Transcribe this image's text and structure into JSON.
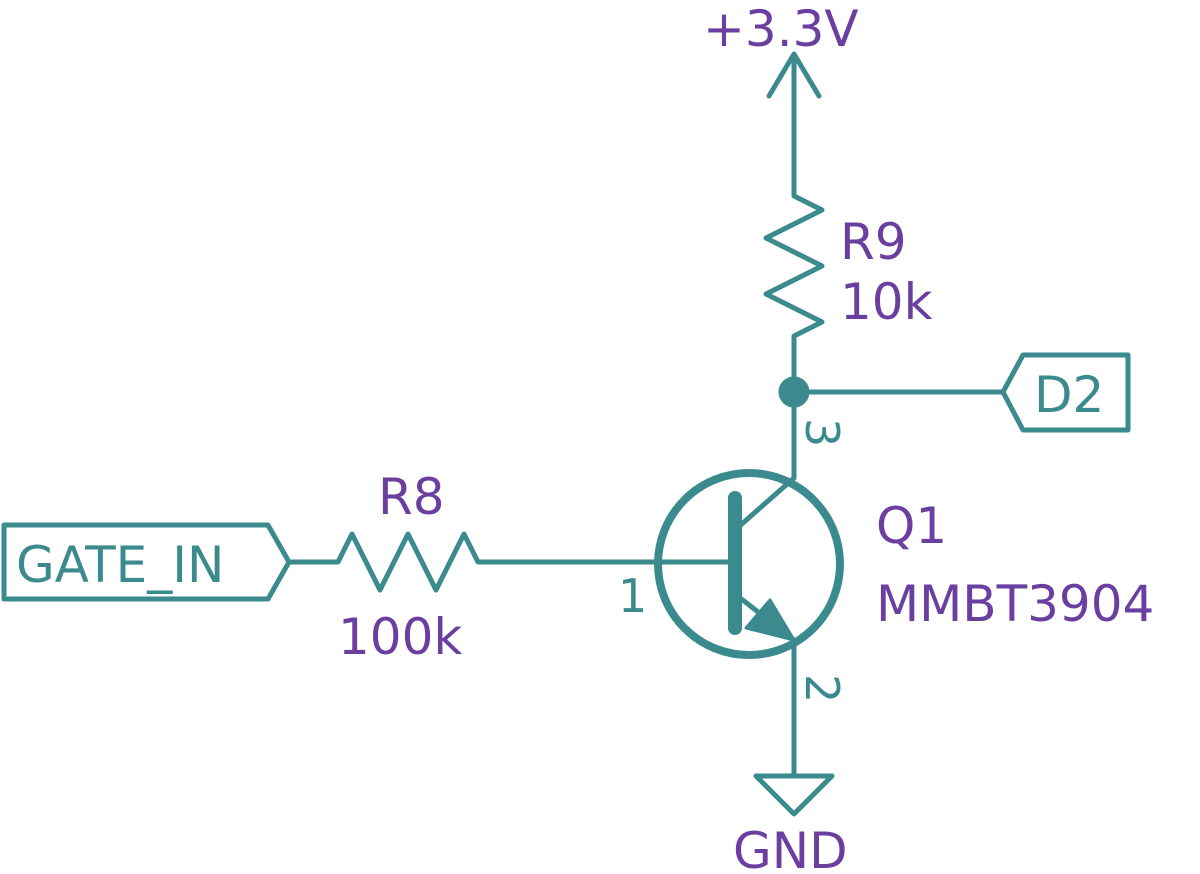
{
  "power": {
    "supply_label": "+3.3V",
    "ground_label": "GND"
  },
  "resistors": {
    "r9": {
      "ref": "R9",
      "value": "10k"
    },
    "r8": {
      "ref": "R8",
      "value": "100k"
    }
  },
  "transistor": {
    "ref": "Q1",
    "value": "MMBT3904",
    "pins": {
      "base": "1",
      "emitter": "2",
      "collector": "3"
    }
  },
  "ports": {
    "output": "D2",
    "input": "GATE_IN"
  },
  "colors": {
    "wire": "#3a8a8e",
    "label": "#6a3fa0"
  }
}
